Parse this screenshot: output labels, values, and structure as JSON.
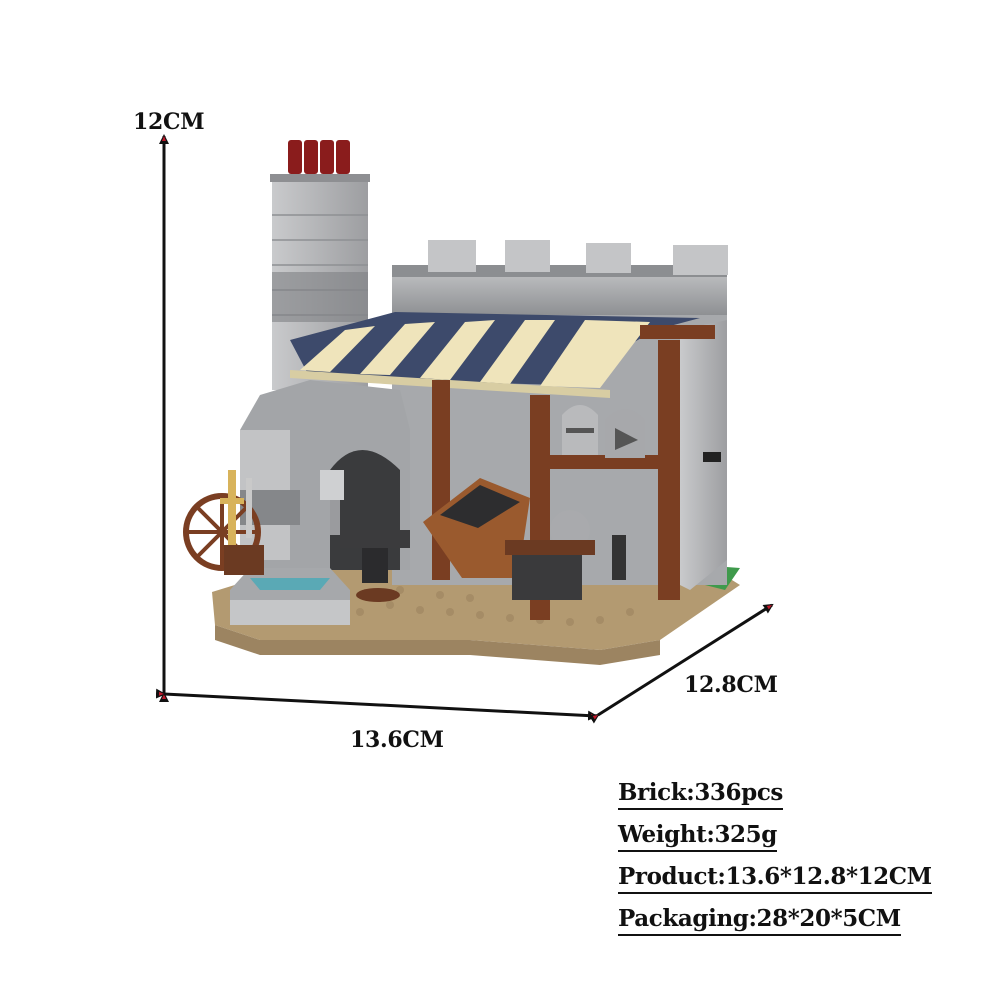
{
  "dimensions": {
    "height_label": "12CM",
    "width_label": "13.6CM",
    "depth_label": "12.8CM",
    "arrow_color": "#111111",
    "arrowhead_color": "#c0182a"
  },
  "product": {
    "subject": "Medieval blacksmith brick model",
    "parts": [
      "chimney-with-red-pots",
      "crenellated-wall",
      "striped-awning",
      "forge-arch",
      "water-wheel",
      "stone-well",
      "weapon-rack",
      "anvil",
      "ore-crate",
      "grindstone",
      "helmet-shelf"
    ],
    "colors": {
      "stone_light": "#bfc0c2",
      "stone_dark": "#7d7f82",
      "awning_cream": "#efe4bb",
      "awning_blue": "#3d4a6b",
      "wood_brown": "#7a3e22",
      "base_tan": "#b39a71",
      "chimney_red": "#8a1c1c",
      "grass_green": "#3f9a4c"
    }
  },
  "specs": [
    {
      "label": "Brick:336pcs"
    },
    {
      "label": "Weight:325g"
    },
    {
      "label": "Product:13.6*12.8*12CM"
    },
    {
      "label": "Packaging:28*20*5CM"
    }
  ]
}
